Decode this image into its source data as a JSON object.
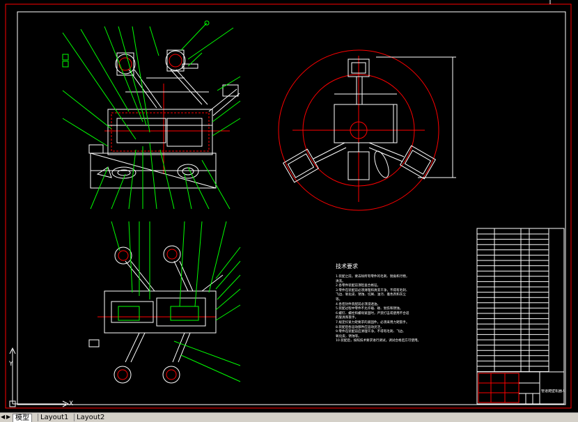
{
  "tech_req": {
    "title": "技术要求",
    "lines": [
      "1.装配之前，要去除所有零件的毛刺、锐角和污物，",
      "  清洗。",
      "2.各零件装配前须检查合格证。",
      "3.零件在装配前必须清理和清洗干净，不得有毛刺、",
      "  飞边、氧化皮、锈蚀、切屑、油污、着色剂和灰尘",
      "  等。",
      "4.各密封件装配前必须浸透油。",
      "5.装配过程中零件不允许磕、碰、划伤和锈蚀。",
      "6.螺钉、螺栓和螺母紧固时，严禁打击或使用不合适",
      "  的旋具和扳手。",
      "7.规定拧紧力矩要求的紧固件，必须采用力矩扳手。",
      "8.装配后各运动部件应运动灵活，",
      "9.零件在装配前应清理干净，不得有毛刺、飞边、",
      "  氧化皮，锈蚀等。",
      "10.装配后，按照技术要求进行调试，调试合格后方可使用。"
    ]
  },
  "title_block": {
    "name": "管道爬壁机器人"
  },
  "tabs": {
    "model": "模型",
    "layout1": "Layout1",
    "layout2": "Layout2"
  },
  "axis": {
    "y": "Y",
    "x": "X"
  },
  "colors": {
    "background": "#000000",
    "border": "#ff0000",
    "geometry": "#ffffff",
    "leaders": "#00ff00",
    "center_lines": "#ff0000"
  }
}
